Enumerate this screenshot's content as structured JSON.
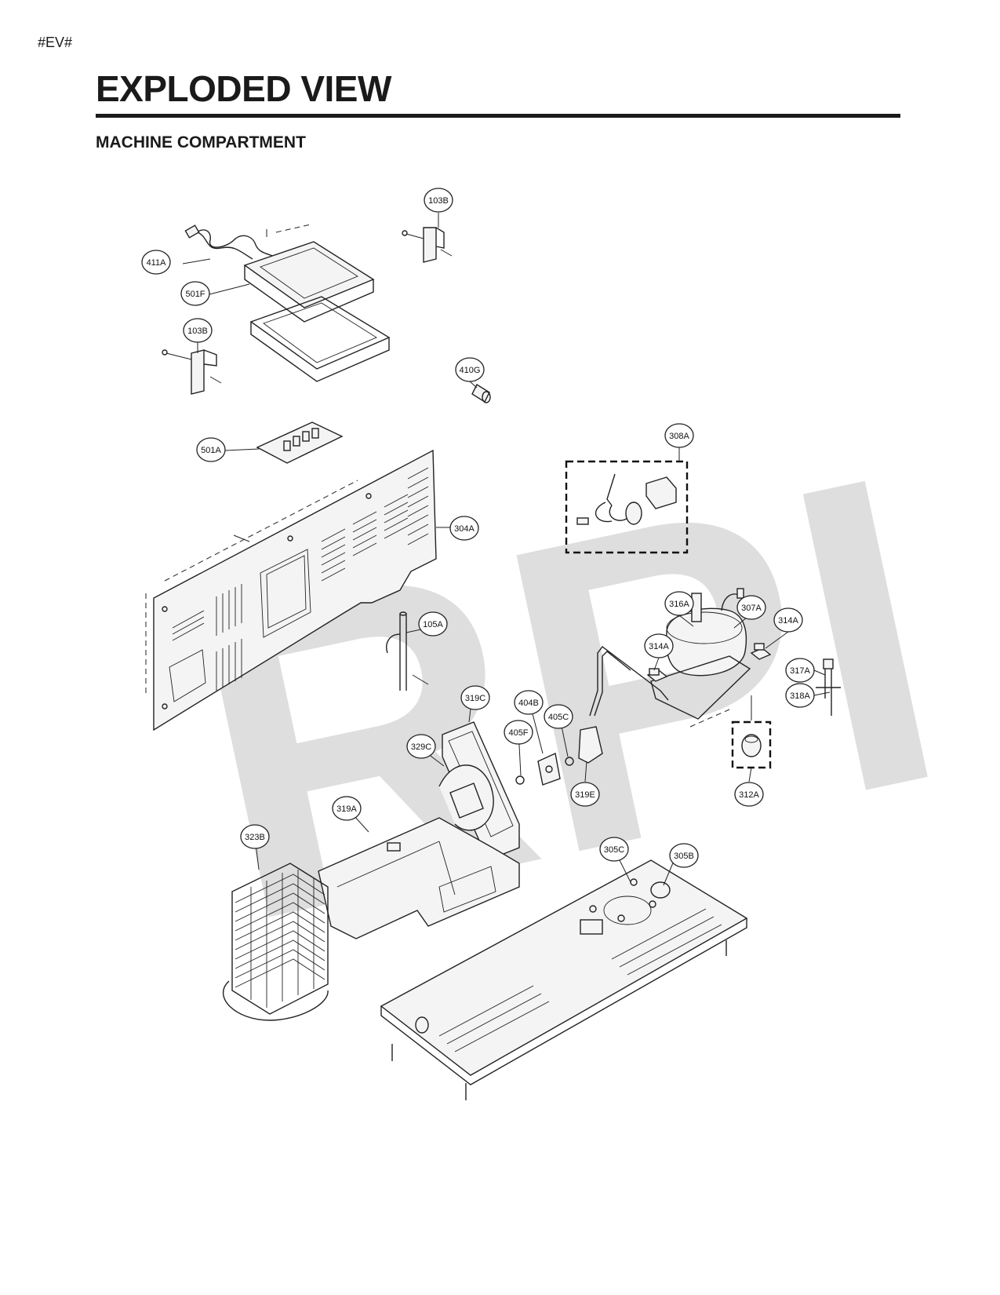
{
  "page": {
    "tag": "#EV#",
    "title": "EXPLODED VIEW",
    "subtitle": "MACHINE COMPARTMENT"
  },
  "watermark": "RPI",
  "part_labels": [
    {
      "id": "lbl-103b-top",
      "text": "103B"
    },
    {
      "id": "lbl-411a",
      "text": "411A"
    },
    {
      "id": "lbl-501f",
      "text": "501F"
    },
    {
      "id": "lbl-103b-left",
      "text": "103B"
    },
    {
      "id": "lbl-410g",
      "text": "410G"
    },
    {
      "id": "lbl-501a",
      "text": "501A"
    },
    {
      "id": "lbl-308a",
      "text": "308A"
    },
    {
      "id": "lbl-304a",
      "text": "304A"
    },
    {
      "id": "lbl-316a",
      "text": "316A"
    },
    {
      "id": "lbl-307a",
      "text": "307A"
    },
    {
      "id": "lbl-314a-right",
      "text": "314A"
    },
    {
      "id": "lbl-314a-left",
      "text": "314A"
    },
    {
      "id": "lbl-317a",
      "text": "317A"
    },
    {
      "id": "lbl-318a",
      "text": "318A"
    },
    {
      "id": "lbl-105a",
      "text": "105A"
    },
    {
      "id": "lbl-319c",
      "text": "319C"
    },
    {
      "id": "lbl-404b",
      "text": "404B"
    },
    {
      "id": "lbl-405c",
      "text": "405C"
    },
    {
      "id": "lbl-405f",
      "text": "405F"
    },
    {
      "id": "lbl-329c",
      "text": "329C"
    },
    {
      "id": "lbl-319e",
      "text": "319E"
    },
    {
      "id": "lbl-312a",
      "text": "312A"
    },
    {
      "id": "lbl-319a",
      "text": "319A"
    },
    {
      "id": "lbl-323b",
      "text": "323B"
    },
    {
      "id": "lbl-305c",
      "text": "305C"
    },
    {
      "id": "lbl-305b",
      "text": "305B"
    }
  ]
}
